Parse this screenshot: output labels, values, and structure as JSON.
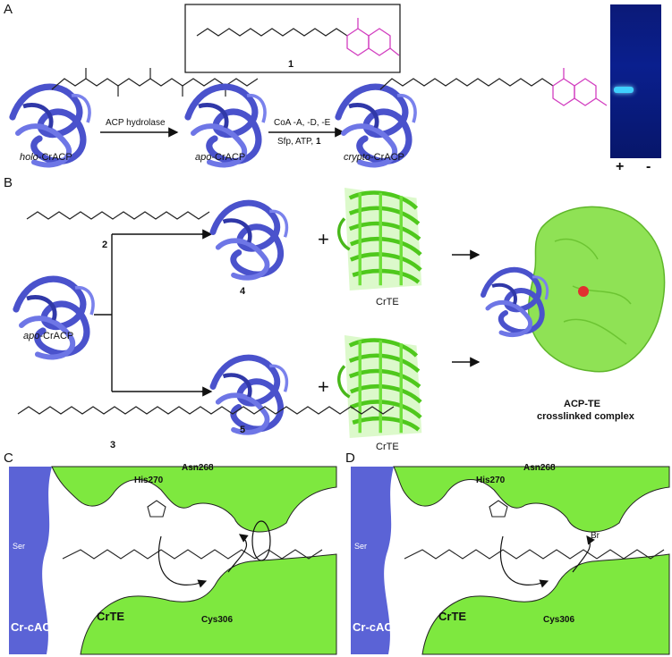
{
  "panels": {
    "A": "A",
    "B": "B",
    "C": "C",
    "D": "D"
  },
  "panelA": {
    "holo_label_italic": "holo",
    "holo_label_rest": "-CrACP",
    "apo_label_italic": "apo",
    "apo_label_rest": "-CrACP",
    "crypto_label_italic": "crypto",
    "crypto_label_rest": "-CrACP",
    "arrow1_text": "ACP hydrolase",
    "arrow2_text_top": "CoA -A, -D, -E",
    "arrow2_text_bottom": "Sfp, ATP, ",
    "arrow2_compound": "1",
    "boxed_compound": "1",
    "gel_plus": "+",
    "gel_minus": "-"
  },
  "panelB": {
    "compound2": "2",
    "compound3": "3",
    "compound4": "4",
    "compound5": "5",
    "apo_italic": "apo",
    "apo_rest": "-CrACP",
    "plus_top": "+",
    "plus_bottom": "+",
    "crte_top": "CrTE",
    "crte_bottom": "CrTE",
    "complex_line1": "ACP-TE",
    "complex_line2": "crosslinked complex"
  },
  "panelC": {
    "his": "His270",
    "asn": "Asn268",
    "cys": "Cys306",
    "ser": "Ser",
    "acp": "Cr-cACP",
    "te": "CrTE"
  },
  "panelD": {
    "his": "His270",
    "asn": "Asn268",
    "cys": "Cys306",
    "ser": "Ser",
    "acp": "Cr-cACP",
    "te": "CrTE",
    "br": "Br"
  },
  "colors": {
    "acp_blue": "#5b63d6",
    "te_green": "#7ee83f",
    "coumarin_magenta": "#d23fc0",
    "gel_band": "#3fd0ff"
  }
}
